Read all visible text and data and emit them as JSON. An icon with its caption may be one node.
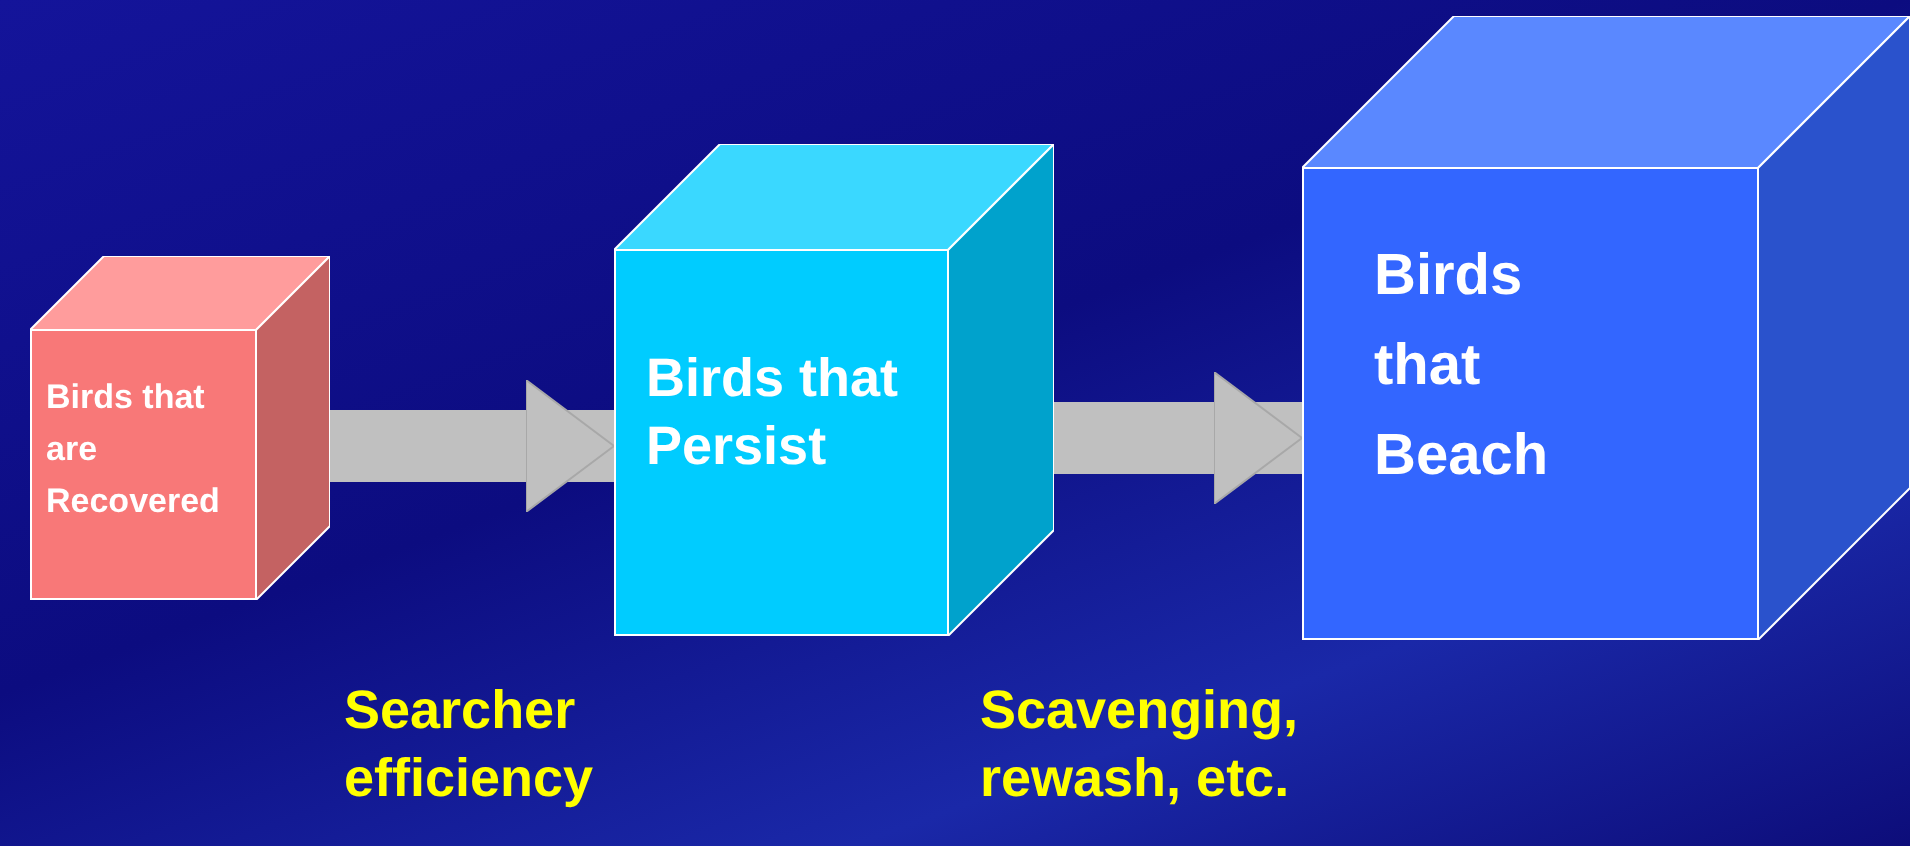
{
  "diagram": {
    "nodes": [
      {
        "text": [
          "Birds that are Recovered"
        ]
      },
      {
        "text": [
          "Birds that Persist"
        ]
      },
      {
        "text": [
          "Birds that Beach"
        ]
      }
    ],
    "edges": [
      {
        "from": 0,
        "to": 1,
        "arrow": "to"
      },
      {
        "from": 1,
        "to": 2,
        "arrow": "to"
      }
    ],
    "labels": [
      "Searcher efficiency",
      "Scavenging, rewash, etc."
    ]
  }
}
